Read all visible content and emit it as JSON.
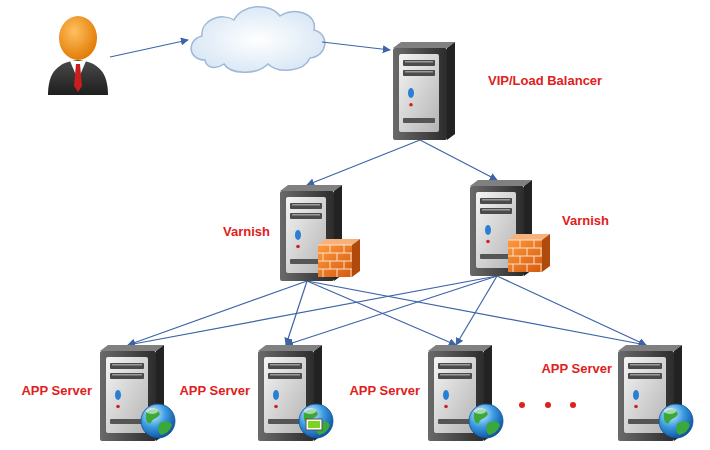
{
  "diagram": {
    "nodes": [
      {
        "text": [
          "VIP/Load Balancer"
        ]
      },
      {
        "text": [
          "Varnish"
        ]
      },
      {
        "text": [
          "Varnish"
        ]
      },
      {
        "text": [
          "APP Server"
        ]
      },
      {
        "text": [
          "APP Server"
        ]
      },
      {
        "text": [
          "APP Server"
        ]
      },
      {
        "text": [
          "APP Server"
        ]
      }
    ],
    "edges": [
      {
        "from": 0,
        "to": 1,
        "arrow": "to"
      },
      {
        "from": 0,
        "to": 2,
        "arrow": "to"
      },
      {
        "from": 1,
        "to": 3,
        "arrow": "to"
      },
      {
        "from": 1,
        "to": 4,
        "arrow": "to"
      },
      {
        "from": 1,
        "to": 5,
        "arrow": "to"
      },
      {
        "from": 1,
        "to": 6,
        "arrow": "to"
      },
      {
        "from": 2,
        "to": 3,
        "arrow": "to"
      },
      {
        "from": 2,
        "to": 4,
        "arrow": "to"
      },
      {
        "from": 2,
        "to": 5,
        "arrow": "to"
      },
      {
        "from": 2,
        "to": 6,
        "arrow": "to"
      }
    ]
  }
}
